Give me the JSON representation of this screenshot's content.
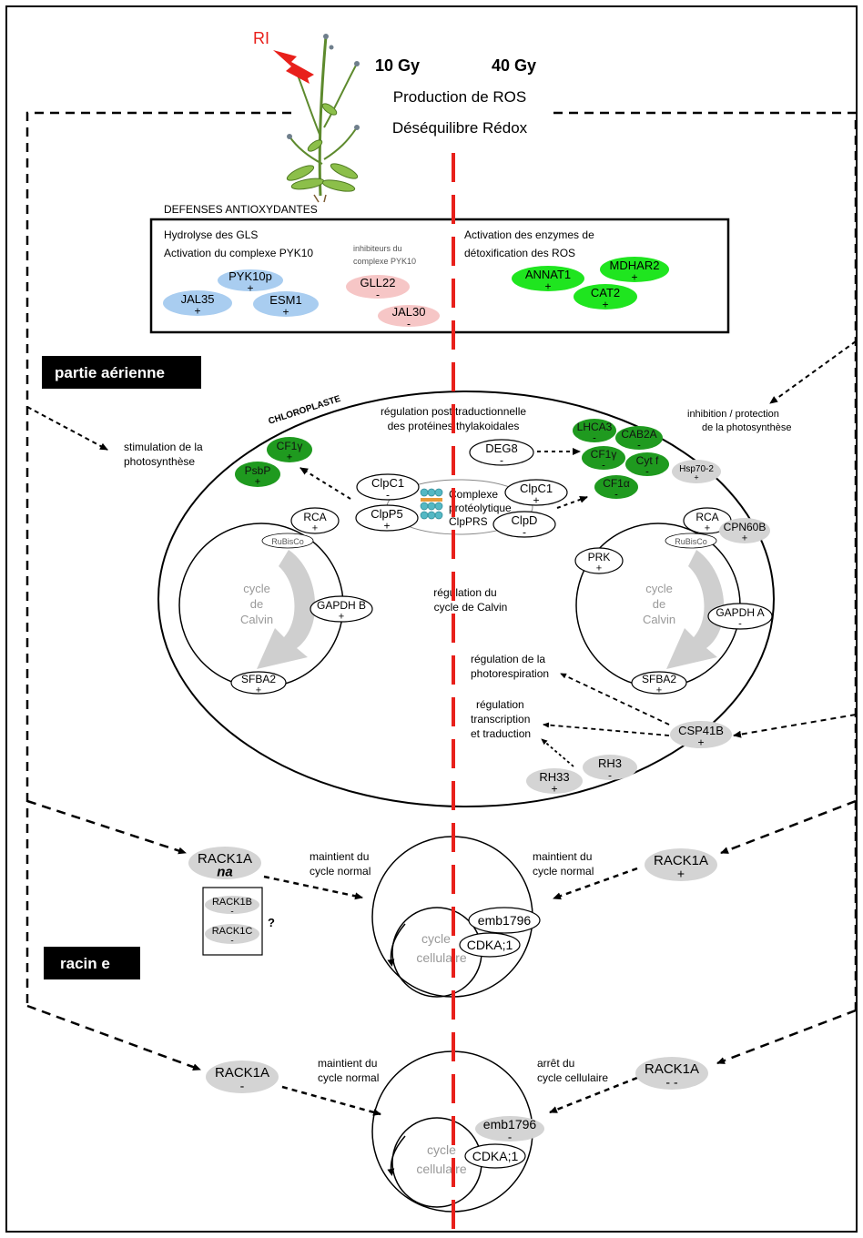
{
  "header": {
    "ri": "RI",
    "dose_low": "10 Gy",
    "dose_high": "40 Gy",
    "line1": "Production de ROS",
    "line2": "Déséquilibre Rédox"
  },
  "defenses": {
    "title": "DEFENSES ANTIOXYDANTES",
    "left_line1": "Hydrolyse des GLS",
    "left_line2": "Activation du complexe PYK10",
    "inhib_line1": "inhibiteurs du",
    "inhib_line2": "complexe PYK10",
    "right_line1": "Activation des enzymes de",
    "right_line2": "détoxification des ROS",
    "nodes": [
      {
        "id": "pyk10p",
        "name": "PYK10p",
        "sign": "+",
        "kind": "blue"
      },
      {
        "id": "jal35",
        "name": "JAL35",
        "sign": "+",
        "kind": "blue"
      },
      {
        "id": "esm1",
        "name": "ESM1",
        "sign": "+",
        "kind": "blue"
      },
      {
        "id": "gll22",
        "name": "GLL22",
        "sign": "-",
        "kind": "pink"
      },
      {
        "id": "jal30",
        "name": "JAL30",
        "sign": "-",
        "kind": "pink"
      },
      {
        "id": "annat1",
        "name": "ANNAT1",
        "sign": "+",
        "kind": "lightgreen"
      },
      {
        "id": "mdhar2",
        "name": "MDHAR2",
        "sign": "+",
        "kind": "lightgreen"
      },
      {
        "id": "cat2",
        "name": "CAT2",
        "sign": "+",
        "kind": "lightgreen"
      }
    ]
  },
  "labels": {
    "aerial": "partie aérienne",
    "root": "racin e",
    "chloroplast": "CHLOROPLASTE",
    "reg_post_1": "régulation post traductionnelle",
    "reg_post_2": "des protéines thylakoidales",
    "stim_1": "stimulation de la",
    "stim_2": "photosynthèse",
    "inhib_1": "inhibition / protection",
    "inhib_2": "de la photosynthèse",
    "complex_1": "Complexe",
    "complex_2": "protéolytique",
    "complex_3": "ClpPRS",
    "calvin_reg_1": "régulation du",
    "calvin_reg_2": "cycle de Calvin",
    "cycle_1": "cycle",
    "cycle_2": "de",
    "cycle_3": "Calvin",
    "rubisco": "RuBisCo",
    "photoresp_1": "régulation de la",
    "photoresp_2": "photorespiration",
    "transc_1": "régulation",
    "transc_2": "transcription",
    "transc_3": "et traduction",
    "maint_1": "maintient du",
    "maint_2": "cycle normal",
    "arret_1": "arrêt du",
    "arret_2": "cycle cellulaire",
    "cc_1": "cycle",
    "cc_2": "cellulaire",
    "question": "?"
  },
  "chloro_nodes": [
    {
      "id": "cf1y_l",
      "name": "CF1γ",
      "sign": "+",
      "kind": "darkgreen"
    },
    {
      "id": "psbp",
      "name": "PsbP",
      "sign": "+",
      "kind": "darkgreen"
    },
    {
      "id": "lhca3",
      "name": "LHCA3",
      "sign": "-",
      "kind": "darkgreen"
    },
    {
      "id": "cab2a",
      "name": "CAB2A",
      "sign": "-",
      "kind": "darkgreen"
    },
    {
      "id": "cf1y_r",
      "name": "CF1γ",
      "sign": "-",
      "kind": "darkgreen"
    },
    {
      "id": "cytf",
      "name": "Cyt f",
      "sign": "-",
      "kind": "darkgreen"
    },
    {
      "id": "cf1a",
      "name": "CF1α",
      "sign": "-",
      "kind": "darkgreen"
    },
    {
      "id": "hsp70",
      "name": "Hsp70-2",
      "sign": "+",
      "kind": "grey"
    },
    {
      "id": "deg8",
      "name": "DEG8",
      "sign": "-",
      "kind": "white"
    },
    {
      "id": "clpc1_l",
      "name": "ClpC1",
      "sign": "-",
      "kind": "white"
    },
    {
      "id": "clpp5",
      "name": "ClpP5",
      "sign": "+",
      "kind": "white"
    },
    {
      "id": "clpc1_r",
      "name": "ClpC1",
      "sign": "+",
      "kind": "white"
    },
    {
      "id": "clpd",
      "name": "ClpD",
      "sign": "-",
      "kind": "white"
    },
    {
      "id": "rca_l",
      "name": "RCA",
      "sign": "+",
      "kind": "white"
    },
    {
      "id": "gapdhb",
      "name": "GAPDH B",
      "sign": "+",
      "kind": "white"
    },
    {
      "id": "sfba2_l",
      "name": "SFBA2",
      "sign": "+",
      "kind": "white"
    },
    {
      "id": "rca_r",
      "name": "RCA",
      "sign": "+",
      "kind": "white"
    },
    {
      "id": "cpn60b",
      "name": "CPN60B",
      "sign": "+",
      "kind": "grey"
    },
    {
      "id": "prk",
      "name": "PRK",
      "sign": "+",
      "kind": "white"
    },
    {
      "id": "gapdha",
      "name": "GAPDH A",
      "sign": "-",
      "kind": "white"
    },
    {
      "id": "sfba2_r",
      "name": "SFBA2",
      "sign": "+",
      "kind": "white"
    },
    {
      "id": "csp41b",
      "name": "CSP41B",
      "sign": "+",
      "kind": "grey"
    },
    {
      "id": "rh33",
      "name": "RH33",
      "sign": "+",
      "kind": "grey"
    },
    {
      "id": "rh3",
      "name": "RH3",
      "sign": "-",
      "kind": "grey"
    }
  ],
  "root_nodes": [
    {
      "id": "rack1a_l1",
      "name": "RACK1A",
      "sign": "na",
      "kind": "grey"
    },
    {
      "id": "rack1b",
      "name": "RACK1B",
      "sign": "-",
      "kind": "grey"
    },
    {
      "id": "rack1c",
      "name": "RACK1C",
      "sign": "-",
      "kind": "grey"
    },
    {
      "id": "rack1a_r1",
      "name": "RACK1A",
      "sign": "+",
      "kind": "grey"
    },
    {
      "id": "emb1796_1",
      "name": "emb1796",
      "sign": "",
      "kind": "white"
    },
    {
      "id": "cdka_1",
      "name": "CDKA;1",
      "sign": "",
      "kind": "white"
    },
    {
      "id": "rack1a_l2",
      "name": "RACK1A",
      "sign": "-",
      "kind": "grey"
    },
    {
      "id": "rack1a_r2",
      "name": "RACK1A",
      "sign": "- -",
      "kind": "grey"
    },
    {
      "id": "emb1796_2",
      "name": "emb1796",
      "sign": "-",
      "kind": "grey"
    },
    {
      "id": "cdka_2",
      "name": "CDKA;1",
      "sign": "",
      "kind": "white"
    }
  ],
  "colors": {
    "blue": "#a9cdf0",
    "pink": "#f6c6c6",
    "lightgreen": "#1fe51f",
    "darkgreen": "#1f9a1f",
    "grey": "#d4d4d4",
    "white": "#ffffff",
    "red": "#e8201b",
    "cycle_arrow": "#cfcfcf"
  }
}
